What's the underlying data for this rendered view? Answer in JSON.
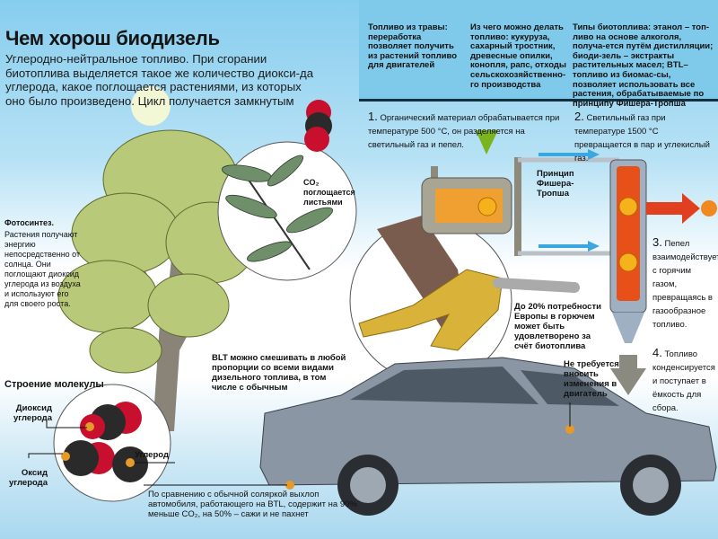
{
  "header": {
    "title": "Чем хорош биодизель",
    "lead": "Углеродно-нейтральное топливо. При сгорании биотоплива выделяется такое же количество диокси-да углерода, какое поглощается растениями, из которых оно было произведено. Цикл получается замкнутым"
  },
  "top_columns": [
    "Топливо из травы: переработка позволяет получить из растений топливо для двигателей",
    "Из чего можно делать топливо: кукуруза, сахарный тростник, древесные опилки, конопля, рапс, отходы сельскохозяйственно-го производства",
    "Типы биотоплива: этанол – топ-ливо на основе алкоголя, получа-ется путём дистилляции; биоди-зель – экстракты растительных масел; BTL– топливо из биомас-сы, позволяет использовать все растения, обрабатываемые по принципу Фишера-Тропша"
  ],
  "steps": [
    {
      "num": "1.",
      "text": "Органический материал обрабатывается при температуре 500 °С, он разделяется на светильный газ и пепел."
    },
    {
      "num": "2.",
      "text": "Светильный газ при температуре 1500 °С превращается в пар и углекислый газ."
    },
    {
      "num": "3.",
      "text": "Пепел взаимодействует с горячим газом, превращаясь в газообразное топливо."
    },
    {
      "num": "4.",
      "text": "Топливо конденсируется и поступает в ёмкость для сбора."
    }
  ],
  "labels": {
    "fischer_tropsch": "Принцип Фишера-Тропша",
    "co2_leaves": "CO₂ поглощается листьями",
    "photosynthesis_title": "Фотосинтез.",
    "photosynthesis_text": "Растения получают энергию непосредственно от солнца. Они поглощают диоксид углерода из воздуха и используют его для своего роста.",
    "europe": "До 20% потребности Европы в горючем может быть удовлетворено за счёт биотоплива",
    "no_changes": "Не требуется вносить изменения в двигатель",
    "blt_mix": "BLT можно смешивать в любой пропорции со всеми видами дизельного топлива, в том числе с обычным",
    "exhaust": "По сравнению с обычной соляркой выхлоп автомобиля, работающего на BTL, содержит на 90% меньше CO₂, на 50% – сажи и не пахнет"
  },
  "molecules": {
    "title": "Строение молекулы",
    "co2": "Диоксид углерода",
    "co": "Оксид углерода",
    "c": "Углерод"
  },
  "colors": {
    "sky": "#86cdee",
    "band": "#7fc9ea",
    "oxygen": "#c8102e",
    "carbon": "#2a2a2a",
    "reactor_hot": "#e8501a",
    "car": "#8a96a4",
    "arrow_blue": "#3aa7e0",
    "arrow_green": "#7ab51d"
  }
}
